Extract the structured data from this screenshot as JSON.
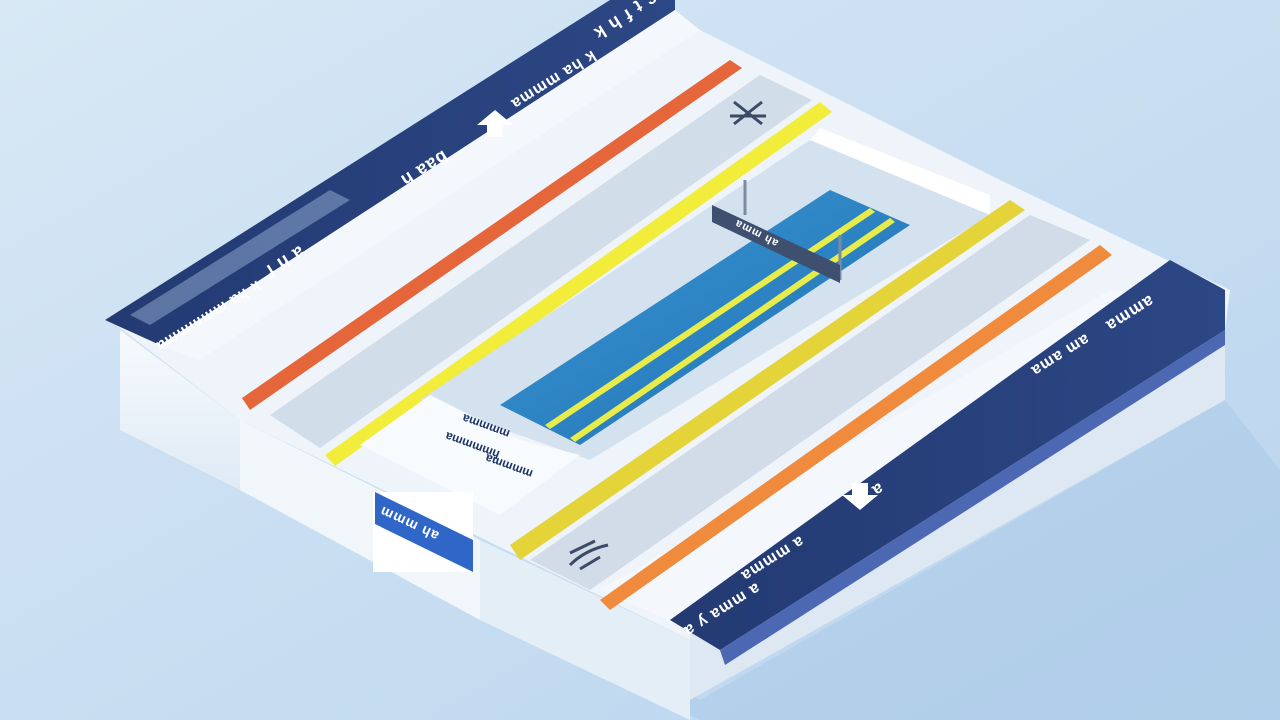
{
  "scene": {
    "description_colors": {
      "background": "#cfe3f3",
      "navy_band": "#27407a",
      "orange_stripe": "#e4663a",
      "yellow_stripe": "#f2ec3a",
      "blue_water": "#2f86c8",
      "floor": "#e9f1f8"
    }
  },
  "signs": {
    "top_band_right": "ʞ ɥ ɟ ʇ ɔ",
    "top_band_mid": "ɐɯɯɯ ɐɥ ʞ",
    "top_band_small": "ɥ ɐɐq",
    "top_band_left": "ɟ ɥ ɐ",
    "left_edge": "ɐɯɯɯɯɯ ɐɥ ʞ",
    "hanging_sign": "ɐɯɯ ɥɐ",
    "panel_line1": "ɐɯɯɯɯ",
    "panel_line2": "ɐɯɯɯɯɥ",
    "panel_line3": "ɐɯɯɯɯ",
    "blue_label": "ɯɯɯ ɥɐ",
    "right_band_top": "ɐɯɯɐ",
    "right_band_mid": "ɐɯɐ ɯɐ",
    "right_band_arrow_label": "ɐ",
    "right_band_lower": "ɐɯɯɯ ɐ",
    "right_band_bottom": "ɐ ʎ ɐɯɯ ɐ"
  },
  "icons": {
    "top_icon": "crossing-arrows-icon",
    "bottom_icon": "merge-arrows-icon",
    "up_arrow": "arrow-up-icon",
    "down_arrow": "arrow-down-icon"
  }
}
